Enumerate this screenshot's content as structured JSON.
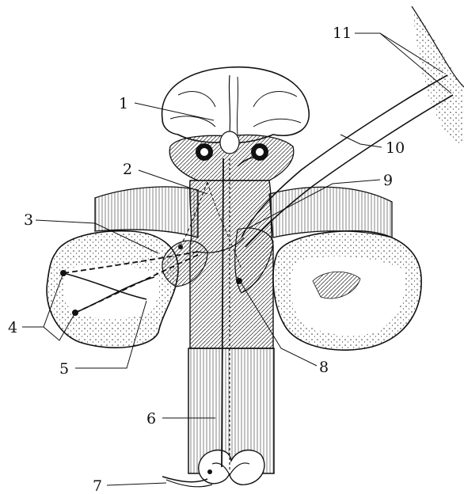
{
  "labels": [
    {
      "id": "1",
      "text": "1"
    },
    {
      "id": "2",
      "text": "2"
    },
    {
      "id": "3",
      "text": "3"
    },
    {
      "id": "4",
      "text": "4"
    },
    {
      "id": "5",
      "text": "5"
    },
    {
      "id": "6",
      "text": "6"
    },
    {
      "id": "7",
      "text": "7"
    },
    {
      "id": "8",
      "text": "8"
    },
    {
      "id": "9",
      "text": "9"
    },
    {
      "id": "10",
      "text": "10"
    },
    {
      "id": "11",
      "text": "11"
    }
  ]
}
